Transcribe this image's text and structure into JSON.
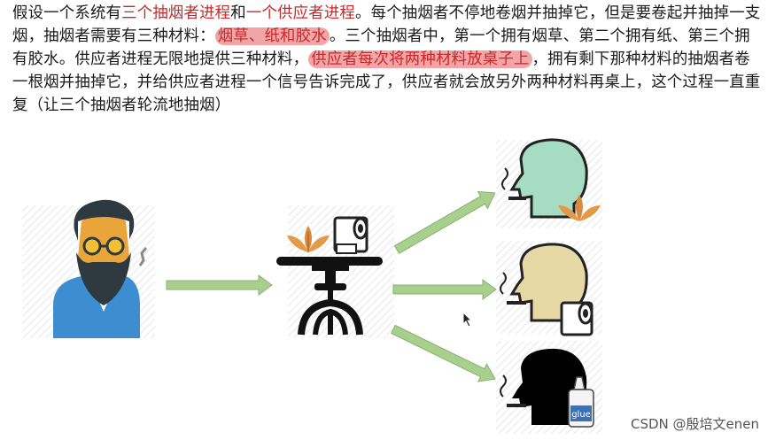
{
  "paragraph": [
    {
      "t": "假设一个系统有",
      "s": "n"
    },
    {
      "t": "三个抽烟者进程",
      "s": "r"
    },
    {
      "t": "和",
      "s": "n"
    },
    {
      "t": "一个供应者进程",
      "s": "r"
    },
    {
      "t": "。每个抽烟者不停地卷烟并抽掉它，但是要卷起并抽掉一支烟，抽烟者需要有三种材料：",
      "s": "n"
    },
    {
      "t": "烟草、纸和胶水",
      "s": "h"
    },
    {
      "t": "。三个抽烟者中，第一个拥有烟草、第二个拥有纸、第三个拥有胶水。供应者进程无限地提供三种材料，",
      "s": "n"
    },
    {
      "t": "供应者每次将两种材料放桌子上",
      "s": "h"
    },
    {
      "t": "，拥有剩下那种材料的抽烟者卷一根烟并抽掉它，并给供应者进程一个信号告诉完成了，供应者就会放另外两种材料再桌上，这个过程一直重复（让三个抽烟者轮流地抽烟）",
      "s": "n"
    }
  ],
  "glue_label": "glue",
  "watermark": "CSDN @殷培文enen",
  "colors": {
    "arrow": "#a8cf8c",
    "smoker1": "#a6dcc4",
    "smoker2": "#e6d9a6",
    "smoker3": "#000000",
    "highlight": "#f2a5a6",
    "red_text": "#c8282a"
  }
}
